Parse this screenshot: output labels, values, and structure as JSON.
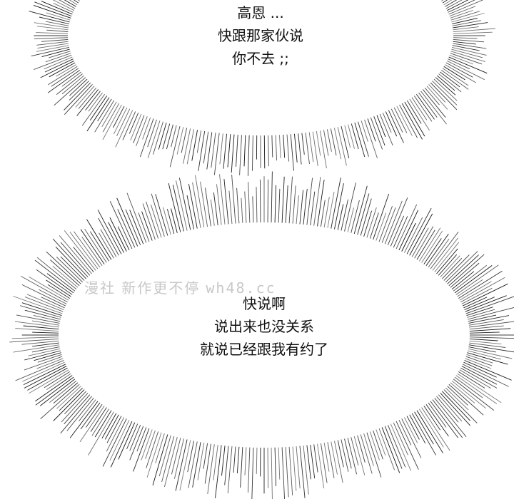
{
  "panel": {
    "background": "#ffffff",
    "ink_color": "#111111"
  },
  "bubbles": [
    {
      "id": "top",
      "style": "radial-burst",
      "lines": [
        "高恩 ...",
        "快跟那家伙说",
        "你不去 ;;"
      ]
    },
    {
      "id": "bottom",
      "style": "radial-burst",
      "lines": [
        "快说啊",
        "说出来也没关系",
        "就说已经跟我有约了"
      ]
    }
  ],
  "watermark": {
    "text": "漫社 新作更不停",
    "url": "wh48.cc",
    "color": "#c8c8c8"
  }
}
